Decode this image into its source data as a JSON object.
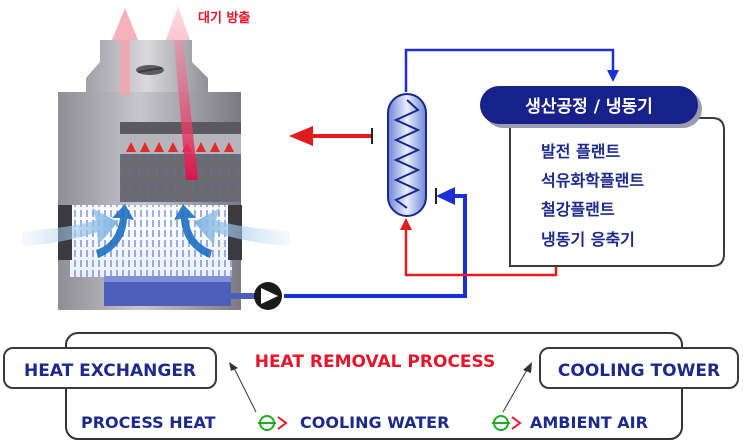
{
  "exhaust_label": "대기 방출",
  "process_box": {
    "title": "생산공정 / 냉동기",
    "items": [
      "발전 플랜트",
      "석유화학플랜트",
      "철강플랜트",
      "냉동기 응축기"
    ]
  },
  "process_flow": {
    "title": "HEAT REMOVAL PROCESS",
    "left_label": "HEAT EXCHANGER",
    "right_label": "COOLING TOWER",
    "steps": [
      "PROCESS HEAT",
      "COOLING WATER",
      "AMBIENT AIR"
    ]
  },
  "colors": {
    "title_red": "#e8142b",
    "label_navy": "#1c2a8c",
    "pipe_blue": "#1b2fd6",
    "pipe_red": "#e01c1c",
    "header_navy": "#16218a",
    "ring_green": "#22aa22"
  }
}
